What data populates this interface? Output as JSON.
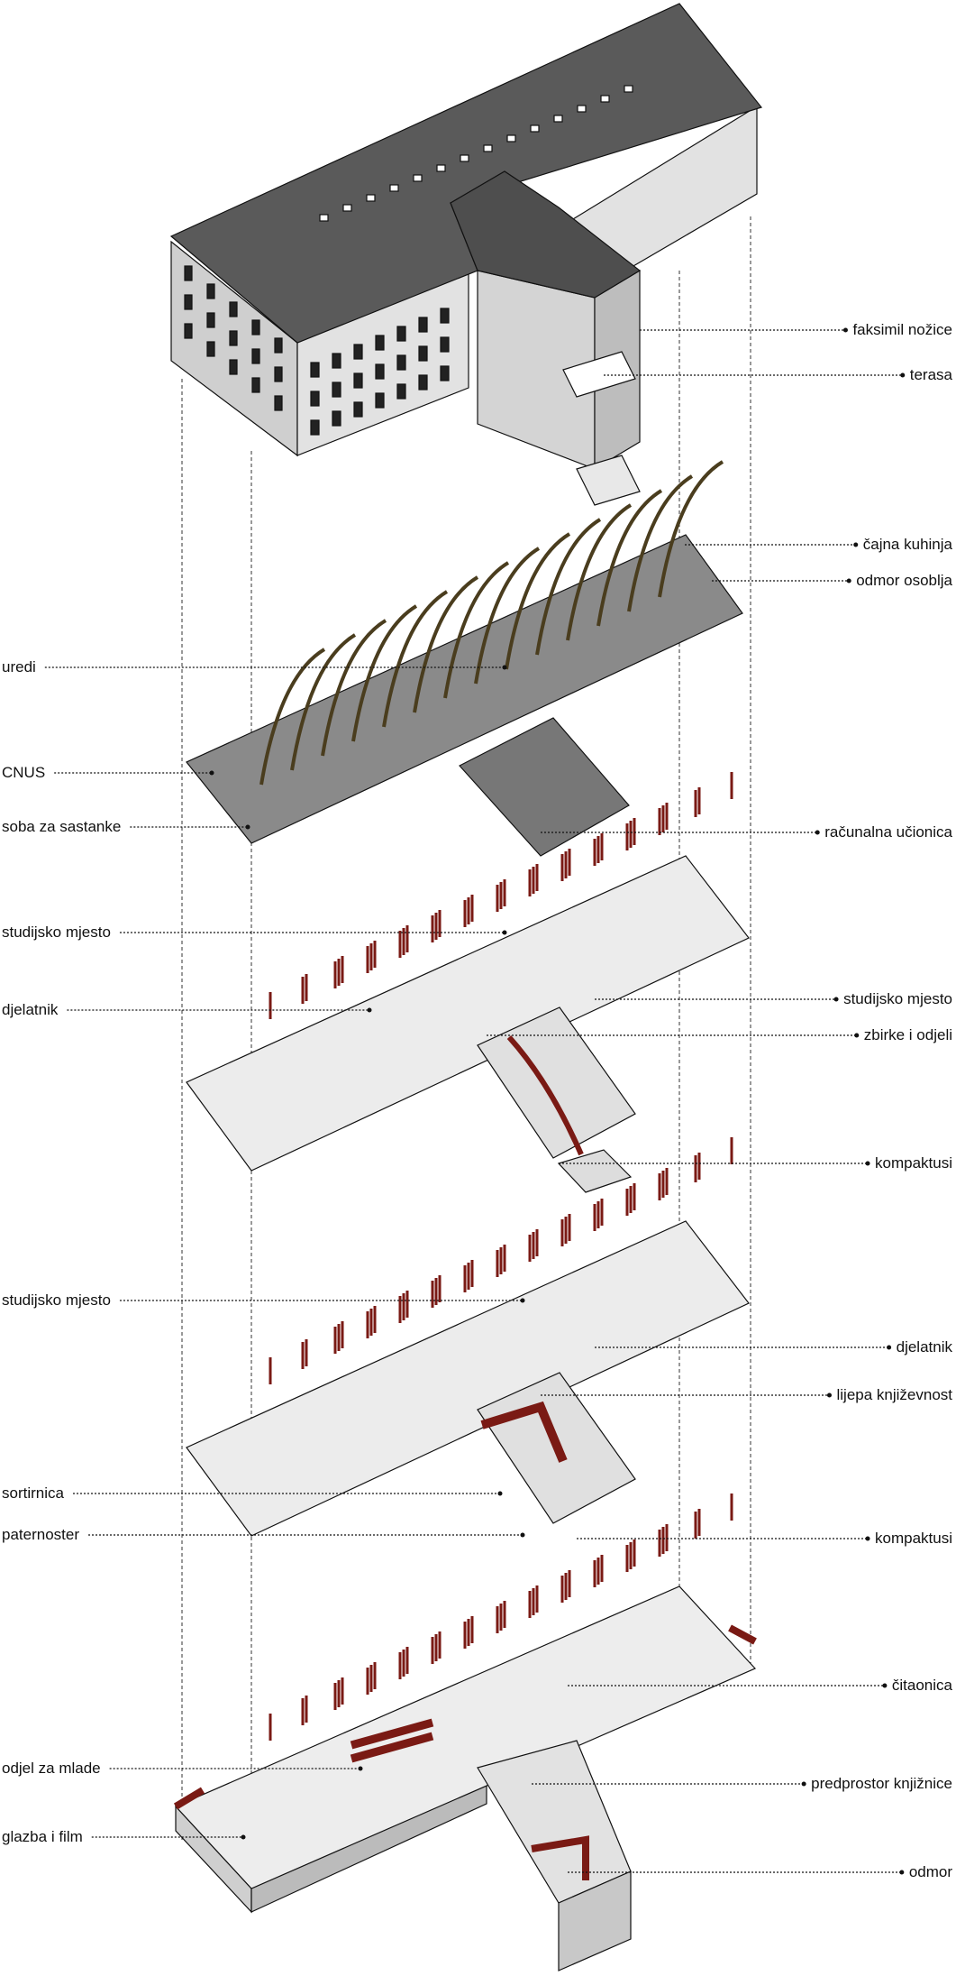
{
  "labels_right": [
    {
      "text": "faksimil nožice"
    },
    {
      "text": "terasa"
    },
    {
      "text": "čajna kuhinja"
    },
    {
      "text": "odmor osoblja"
    },
    {
      "text": "računalna učionica"
    },
    {
      "text": "studijsko mjesto"
    },
    {
      "text": "zbirke i odjeli"
    },
    {
      "text": "kompaktusi"
    },
    {
      "text": "djelatnik"
    },
    {
      "text": "lijepa književnost"
    },
    {
      "text": "kompaktusi"
    },
    {
      "text": "čitaonica"
    },
    {
      "text": "predprostor knjižnice"
    },
    {
      "text": "odmor"
    }
  ],
  "labels_left": [
    {
      "text": "uredi"
    },
    {
      "text": "CNUS"
    },
    {
      "text": "soba za sastanke"
    },
    {
      "text": "studijsko mjesto"
    },
    {
      "text": "djelatnik"
    },
    {
      "text": "studijsko mjesto"
    },
    {
      "text": "sortirnica"
    },
    {
      "text": "paternoster"
    },
    {
      "text": "odjel za mlade"
    },
    {
      "text": "glazba i film"
    }
  ],
  "colors": {
    "roof": "#5a5a5a",
    "wall": "#d8d8d8",
    "plate": "#e6e6e6",
    "accent": "#7a1a14",
    "line": "#111111"
  }
}
